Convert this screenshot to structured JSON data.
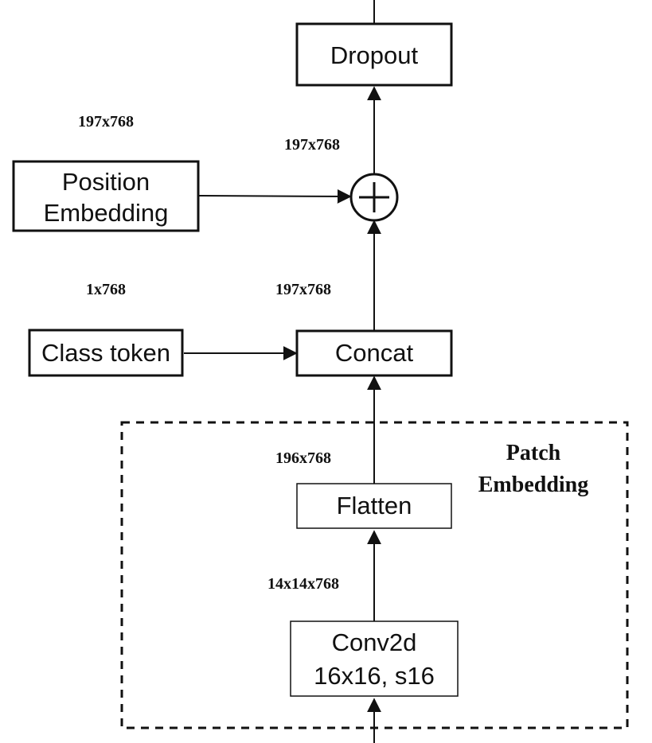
{
  "nodes": {
    "dropout": "Dropout",
    "position_embedding": [
      "Position",
      "Embedding"
    ],
    "class_token": "Class token",
    "concat": "Concat",
    "flatten": "Flatten",
    "conv2d": [
      "Conv2d",
      "16x16, s16"
    ],
    "add": "+"
  },
  "dimensions": {
    "position_embedding": "197x768",
    "concat_to_add": "197x768",
    "add_to_dropout": "197x768",
    "class_token": "1x768",
    "flatten_to_concat": "196x768",
    "conv_to_flatten": "14x14x768"
  },
  "group": {
    "title": [
      "Patch",
      "Embedding"
    ]
  }
}
